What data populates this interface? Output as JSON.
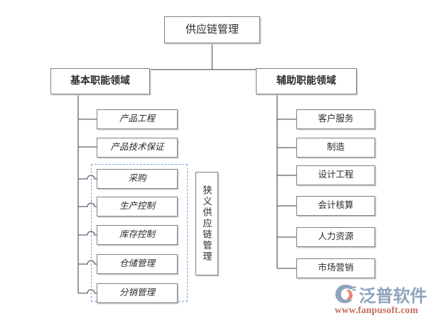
{
  "diagram": {
    "title_node": {
      "label": "供应链管理"
    },
    "branches": [
      {
        "label": "基本职能领域"
      },
      {
        "label": "辅助职能领域"
      }
    ],
    "left_children": [
      {
        "label": "产品工程"
      },
      {
        "label": "产品技术保证"
      },
      {
        "label": "采购"
      },
      {
        "label": "生产控制"
      },
      {
        "label": "库存控制"
      },
      {
        "label": "仓储管理"
      },
      {
        "label": "分销管理"
      }
    ],
    "right_children": [
      {
        "label": "客户服务"
      },
      {
        "label": "制造"
      },
      {
        "label": "设计工程"
      },
      {
        "label": "会计核算"
      },
      {
        "label": "人力资源"
      },
      {
        "label": "市场营销"
      }
    ],
    "group_annotation": {
      "label": "狭义供应链管理"
    },
    "colors": {
      "box_border": "#7d8083",
      "box_shadow": "#c9ccd0",
      "connector": "#5f6366",
      "dashed_group": "#7ea6d8",
      "text": "#2b2b2b"
    }
  },
  "watermark": {
    "brand": "泛普软件",
    "url": "www.fanpusoft.com",
    "brand_color": "#8fa4bd",
    "url_color": "#c96a5c"
  }
}
